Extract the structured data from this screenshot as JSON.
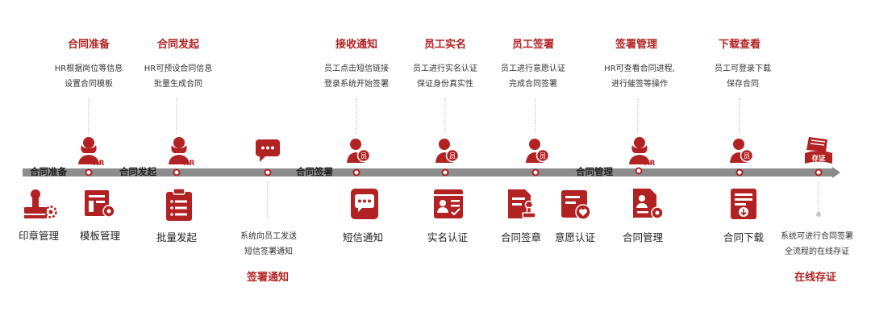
{
  "colors": {
    "accent": "#b22222",
    "axis": "#8c8c8c",
    "connector": "#bdbdbd"
  },
  "top_steps": [
    {
      "title": "合同准备",
      "desc": [
        "HR根据岗位等信息",
        "设置合同模板"
      ],
      "icon": "hr-person-icon"
    },
    {
      "title": "合同发起",
      "desc": [
        "HR可预设合同信息",
        "批量生成合同"
      ],
      "icon": "hr-person-icon"
    },
    {
      "title": "接收通知",
      "desc": [
        "员工点击短信链接",
        "登录系统开始签署"
      ],
      "icon": "employee-person-icon"
    },
    {
      "title": "员工实名",
      "desc": [
        "员工进行实名认证",
        "保证身份真实性"
      ],
      "icon": "employee-person-icon"
    },
    {
      "title": "员工签署",
      "desc": [
        "员工进行意愿认证",
        "完成合同签署"
      ],
      "icon": "employee-person-icon"
    },
    {
      "title": "签署管理",
      "desc": [
        "HR可查看合同进程,",
        "进行催签等操作"
      ],
      "icon": "hr-person-icon"
    },
    {
      "title": "下载查看",
      "desc": [
        "员工可登录下载",
        "保存合同"
      ],
      "icon": "employee-person-icon"
    }
  ],
  "person_badges": {
    "hr": "HR",
    "employee": "员"
  },
  "cert_badge": "存证",
  "phases": [
    "合同准备",
    "合同发起",
    "合同签署",
    "合同管理"
  ],
  "icons_below": [
    {
      "label": "印章管理",
      "icon": "seal-icon"
    },
    {
      "label": "模板管理",
      "icon": "template-icon"
    },
    {
      "label": "批量发起",
      "icon": "clipboard-list-icon"
    },
    {
      "label": "短信通知",
      "icon": "sms-chat-icon"
    },
    {
      "label": "实名认证",
      "icon": "id-card-icon"
    },
    {
      "label": "合同签章",
      "icon": "contract-seal-icon"
    },
    {
      "label": "意愿认证",
      "icon": "heart-document-icon"
    },
    {
      "label": "合同管理",
      "icon": "document-gear-icon"
    },
    {
      "label": "合同下载",
      "icon": "document-download-icon"
    }
  ],
  "bottom_steps": [
    {
      "desc": [
        "系统向员工发送",
        "短信签署通知"
      ],
      "title": "签署通知"
    },
    {
      "desc": [
        "系统可进行合同签署",
        "全流程的在线存证"
      ],
      "title": "在线存证"
    }
  ]
}
